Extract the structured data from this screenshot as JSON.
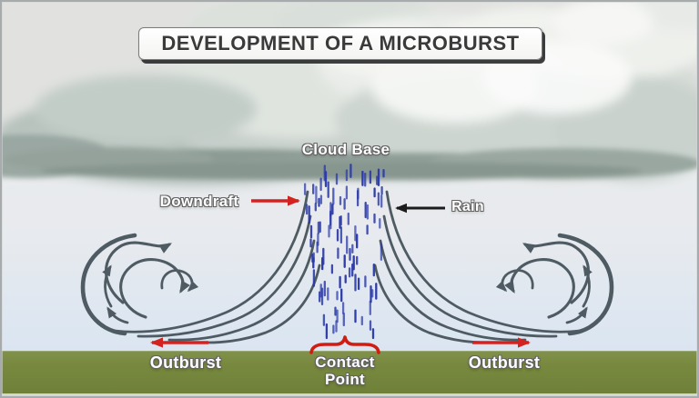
{
  "title": {
    "text": "DEVELOPMENT OF A MICROBURST"
  },
  "labels": {
    "cloud_base": "Cloud Base",
    "downdraft": "Downdraft",
    "rain": "Rain",
    "outburst_left": "Outburst",
    "outburst_right": "Outburst",
    "contact_point": {
      "line1": "Contact",
      "line2": "Point"
    }
  },
  "colors": {
    "accent-red": "#d42220",
    "arrow-black": "#1c1c1c",
    "flow-gray": "#4f5b63",
    "rain-blue": "#2b3aa8",
    "ground-green": "#78893f",
    "sky-top": "#e1e2e0",
    "label-white": "#ffffff",
    "title-ink": "#3a3a3a"
  }
}
